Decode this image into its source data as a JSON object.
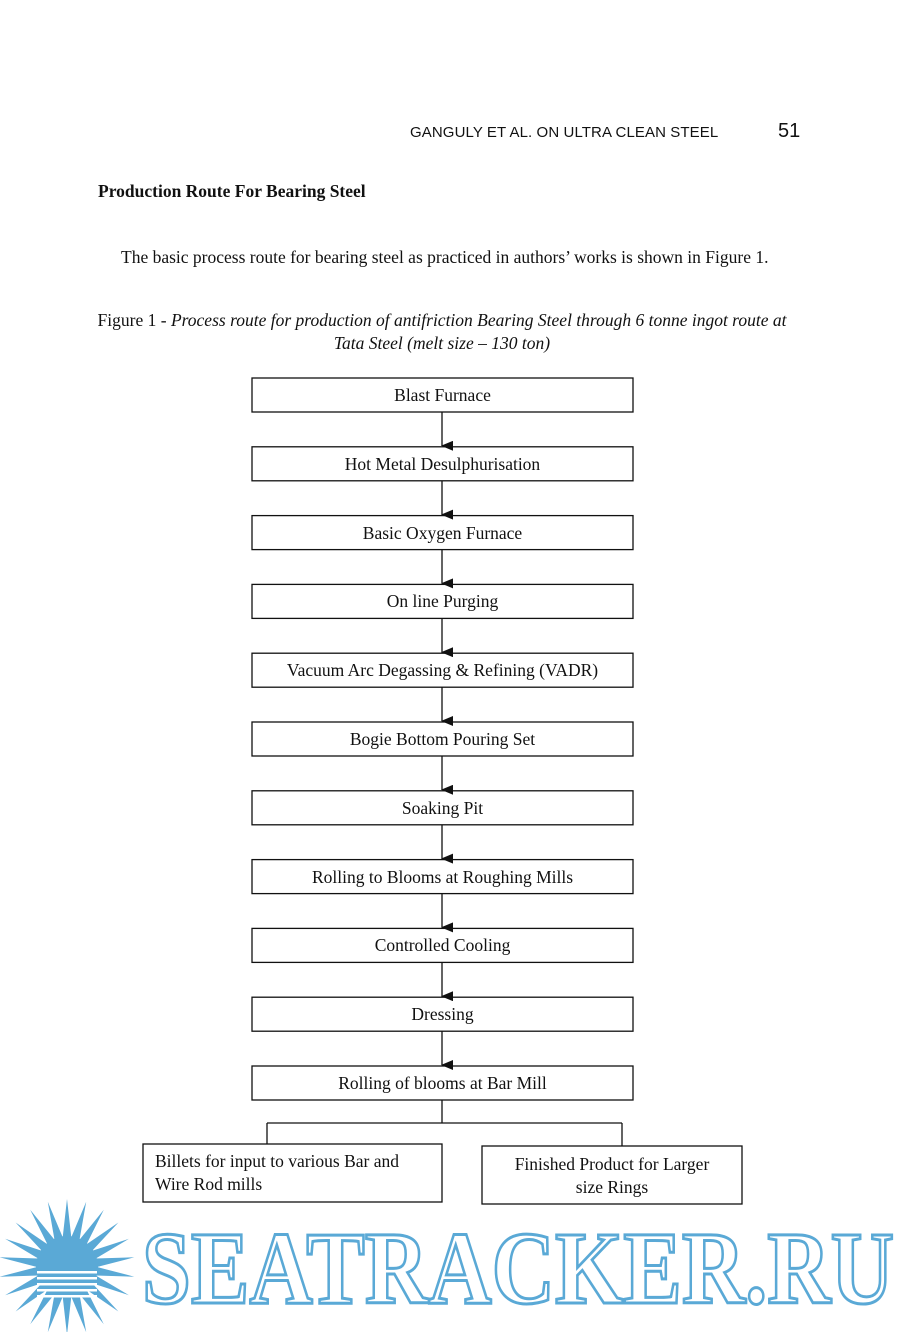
{
  "header": {
    "running_head": "GANGULY ET AL. ON ULTRA CLEAN STEEL",
    "page_number": "51"
  },
  "section_heading": "Production Route For Bearing Steel",
  "intro_paragraph": "The basic process route for  bearing steel as practiced in authors’ works is shown in Figure 1.",
  "figure": {
    "caption_label": "Figure 1 - ",
    "caption_text": "Process route for production of antifriction Bearing Steel through 6 tonne ingot route at Tata Steel (melt size – 130 ton)",
    "steps": [
      "Blast Furnace",
      "Hot Metal Desulphurisation",
      "Basic Oxygen Furnace",
      "On line Purging",
      "Vacuum Arc Degassing & Refining (VADR)",
      "Bogie Bottom Pouring Set",
      "Soaking Pit",
      "Rolling to Blooms at Roughing Mills",
      "Controlled  Cooling",
      "Dressing",
      "Rolling of blooms at Bar Mill"
    ],
    "outputs": [
      {
        "line1": "Billets for input to various Bar and",
        "line2": "Wire Rod mills"
      },
      {
        "line1": "Finished Product for Larger",
        "line2": "size Rings"
      }
    ]
  },
  "watermark": {
    "text": "SEATRACKER.RU",
    "color": "#5aa9d6"
  },
  "colors": {
    "ink": "#111111",
    "paper": "#ffffff"
  }
}
